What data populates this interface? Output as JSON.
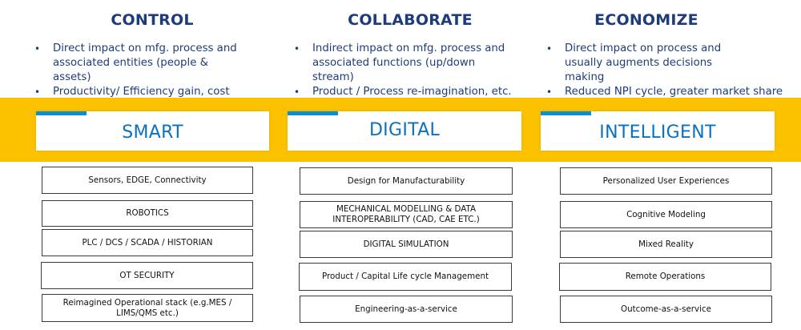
{
  "columns": [
    {
      "heading": "CONTROL",
      "bullets": [
        "Direct impact on mfg. process and associated entities (people & assets)",
        "Productivity/ Efficiency gain, cost reduction"
      ],
      "card_label": "SMART",
      "items": [
        "Sensors, EDGE, Connectivity",
        "ROBOTICS",
        "PLC / DCS  / SCADA / HISTORIAN",
        "OT SECURITY",
        "Reimagined Operational stack (e.g.MES / LIMS/QMS etc.)"
      ]
    },
    {
      "heading": "COLLABORATE",
      "bullets": [
        "Indirect impact on mfg. process and associated functions (up/down stream)",
        "Product / Process re-imagination, etc."
      ],
      "card_label": "DIGITAL",
      "items": [
        "Design for Manufacturability",
        "MECHANICAL MODELLING & DATA INTEROPERABILITY (CAD, CAE ETC.)",
        "DIGITAL SIMULATION",
        "Product / Capital  Life cycle Management",
        "Engineering-as-a-service"
      ]
    },
    {
      "heading": "ECONOMIZE",
      "bullets": [
        "Direct impact on process and usually augments decisions making",
        "Reduced NPI cycle, greater market share"
      ],
      "card_label": "INTELLIGENT",
      "items": [
        "Personalized User Experiences",
        "Cognitive Modeling",
        "Mixed Reality",
        "Remote Operations",
        "Outcome-as-a-service"
      ]
    }
  ],
  "colors": {
    "heading": "#1f3c7a",
    "band": "#fcc200",
    "accent": "#0a8ed6",
    "card_label": "#0a70c0"
  }
}
